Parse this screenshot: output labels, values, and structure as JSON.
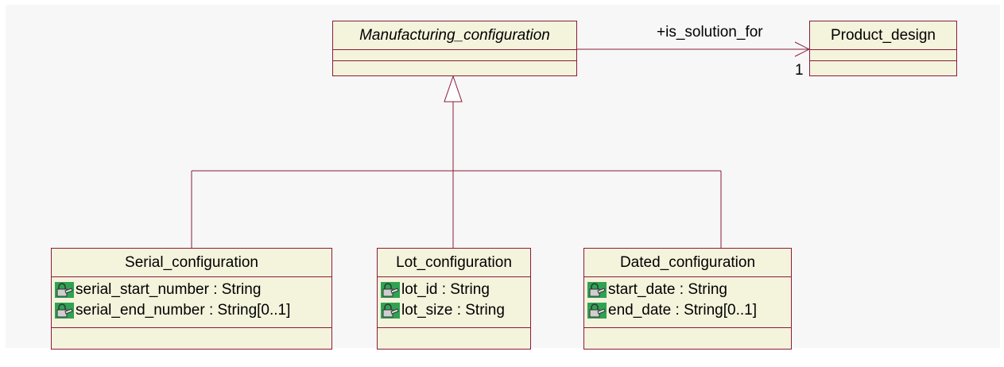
{
  "classes": {
    "manufacturing": {
      "name": "Manufacturing_configuration"
    },
    "product": {
      "name": "Product_design"
    },
    "serial": {
      "name": "Serial_configuration",
      "attributes": [
        "serial_start_number : String",
        "serial_end_number : String[0..1]"
      ]
    },
    "lot": {
      "name": "Lot_configuration",
      "attributes": [
        "lot_id : String",
        "lot_size : String"
      ]
    },
    "dated": {
      "name": "Dated_configuration",
      "attributes": [
        "start_date : String",
        "end_date : String[0..1]"
      ]
    }
  },
  "association": {
    "role": "+is_solution_for",
    "multiplicity": "1"
  },
  "colors": {
    "class_fill": "#f4f3dc",
    "class_border": "#8a1c3a",
    "attribute_icon": "#2fa353",
    "background": "#f7f7f7"
  },
  "icons": {
    "attribute": "private-attribute-lock-icon"
  }
}
